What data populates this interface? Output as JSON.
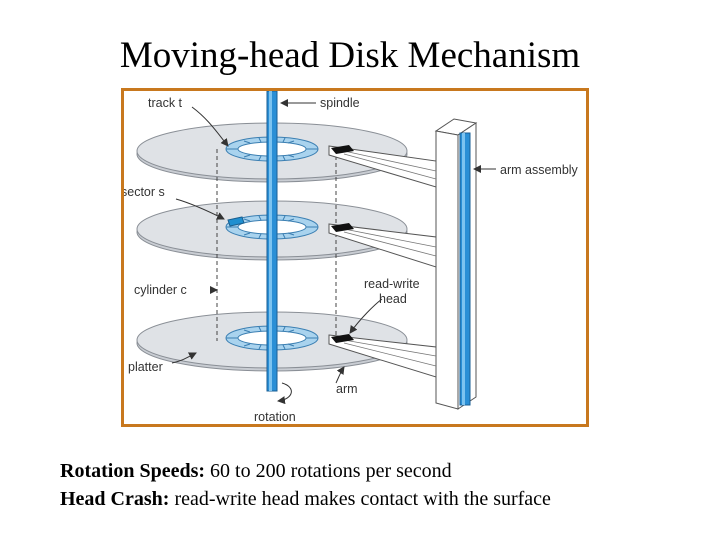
{
  "slide": {
    "title": "Moving-head Disk Mechanism"
  },
  "diagram": {
    "labels": {
      "track": "track t",
      "spindle": "spindle",
      "arm_assembly": "arm assembly",
      "sector": "sector s",
      "cylinder": "cylinder c",
      "rw_head_line1": "read-write",
      "rw_head_line2": "head",
      "platter": "platter",
      "arm": "arm",
      "rotation": "rotation"
    }
  },
  "notes": [
    {
      "term": "Rotation Speeds:",
      "text": "60 to 200 rotations per second"
    },
    {
      "term": "Head Crash:",
      "text": "read-write head makes contact with the surface"
    }
  ]
}
